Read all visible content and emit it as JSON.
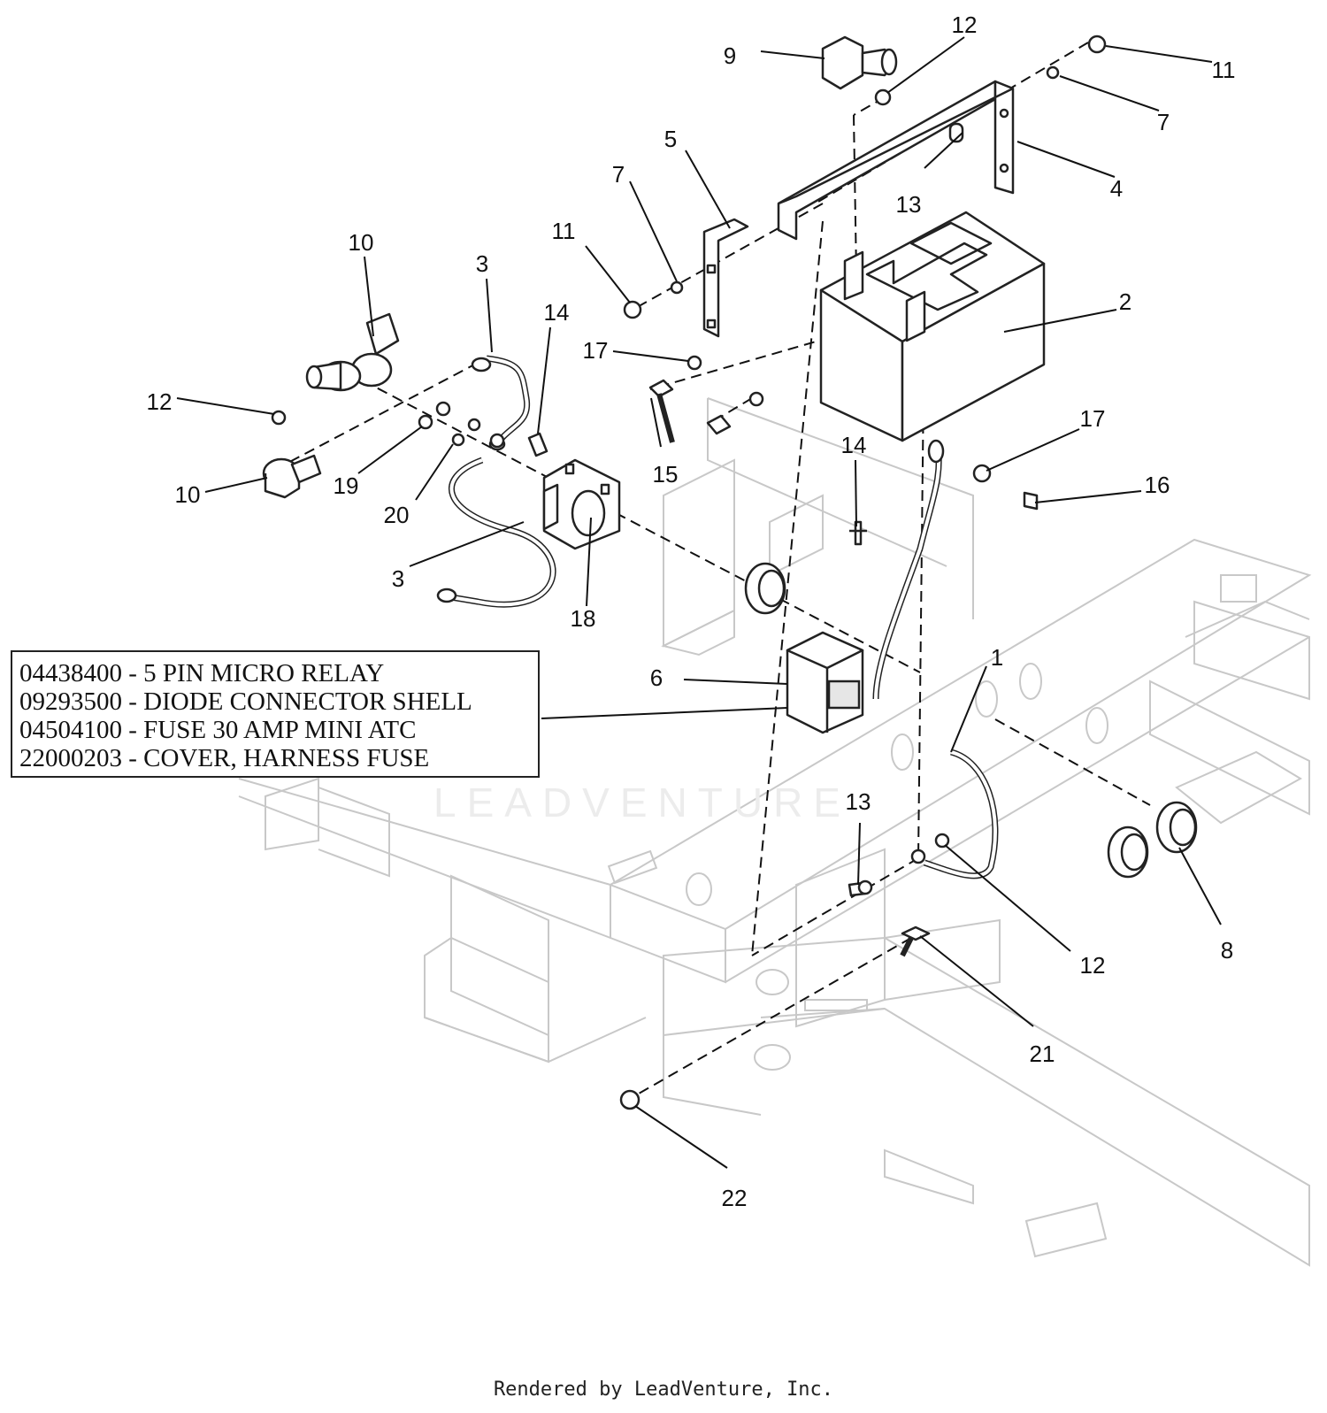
{
  "callouts": [
    {
      "id": "c9",
      "label": "9"
    },
    {
      "id": "c12a",
      "label": "12"
    },
    {
      "id": "c11a",
      "label": "11"
    },
    {
      "id": "c7a",
      "label": "7"
    },
    {
      "id": "c4",
      "label": "4"
    },
    {
      "id": "c5",
      "label": "5"
    },
    {
      "id": "c7b",
      "label": "7"
    },
    {
      "id": "c13a",
      "label": "13"
    },
    {
      "id": "c11b",
      "label": "11"
    },
    {
      "id": "c2",
      "label": "2"
    },
    {
      "id": "c10a",
      "label": "10"
    },
    {
      "id": "c3a",
      "label": "3"
    },
    {
      "id": "c14a",
      "label": "14"
    },
    {
      "id": "c17a",
      "label": "17"
    },
    {
      "id": "c12b",
      "label": "12"
    },
    {
      "id": "c15",
      "label": "15"
    },
    {
      "id": "c14b",
      "label": "14"
    },
    {
      "id": "c17b",
      "label": "17"
    },
    {
      "id": "c16",
      "label": "16"
    },
    {
      "id": "c10b",
      "label": "10"
    },
    {
      "id": "c19",
      "label": "19"
    },
    {
      "id": "c20",
      "label": "20"
    },
    {
      "id": "c3b",
      "label": "3"
    },
    {
      "id": "c18",
      "label": "18"
    },
    {
      "id": "c6",
      "label": "6"
    },
    {
      "id": "c1",
      "label": "1"
    },
    {
      "id": "c13b",
      "label": "13"
    },
    {
      "id": "c12c",
      "label": "12"
    },
    {
      "id": "c8",
      "label": "8"
    },
    {
      "id": "c21",
      "label": "21"
    },
    {
      "id": "c22",
      "label": "22"
    }
  ],
  "parts_note": [
    "04438400 - 5 PIN MICRO RELAY",
    "09293500 - DIODE CONNECTOR SHELL",
    "04504100 - FUSE 30 AMP MINI ATC",
    "22000203 - COVER, HARNESS FUSE"
  ],
  "watermark": "LEADVENTURE",
  "footer": "Rendered by LeadVenture, Inc."
}
